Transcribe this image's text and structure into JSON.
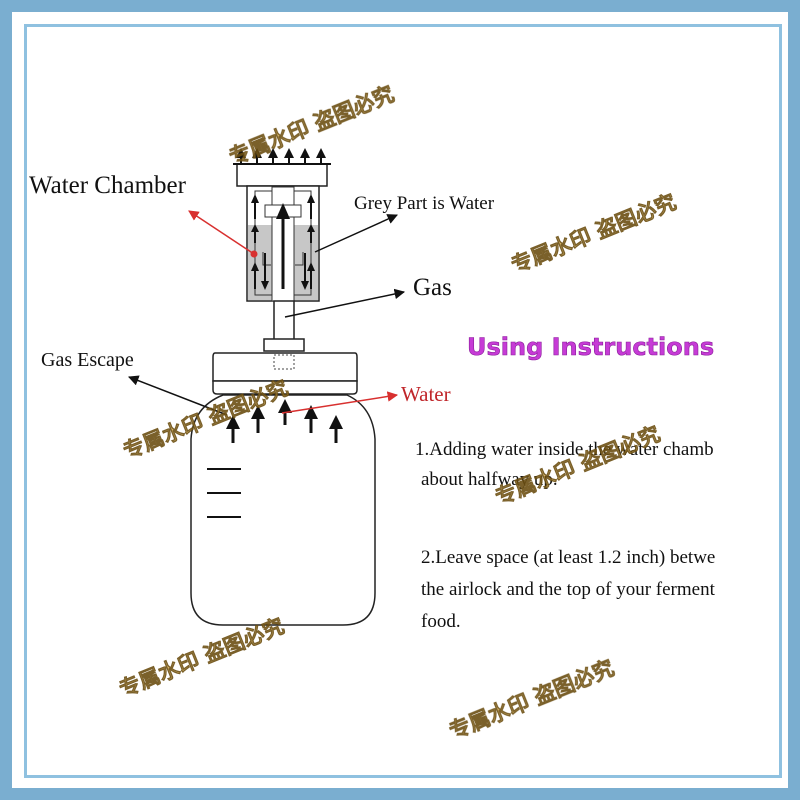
{
  "labels": {
    "water_chamber": "Water Chamber",
    "grey_part": "Grey Part is Water",
    "gas": "Gas",
    "gas_escape": "Gas Escape",
    "water": "Water"
  },
  "heading": "Using Instructions",
  "instructions": [
    {
      "line1": "1.Adding water inside the water chamb",
      "line2": "about halfway up."
    },
    {
      "line1": "2.Leave space (at least 1.2 inch) betwe",
      "line2": "the airlock and the top of your ferment",
      "line3": "food."
    }
  ],
  "watermark": "专属水印 盗图必究",
  "colors": {
    "border": "#7aaed0",
    "heading": "#c63bd6",
    "water_label": "#c0262a",
    "leader_red": "#d8302f",
    "watermark": "#d8b25a"
  }
}
